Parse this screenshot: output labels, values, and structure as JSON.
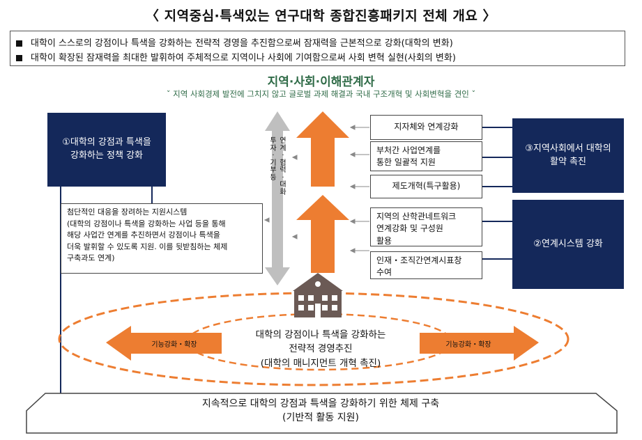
{
  "title": "〈 지역중심·특색있는 연구대학 종합진흥패키지 전체 개요 〉",
  "goals": [
    "대학이 스스로의 강점이나 특색을 강화하는 전략적 경영을 추진함으로써 잠재력을 근본적으로 강화(대학의 변화)",
    "대학이 확장된 잠재력을 최대한 발휘하여 주체적으로 지역이나 사회에 기여함으로써 사회 변혁 실현(사회의 변화)"
  ],
  "stakeholders": {
    "title": "지역·사회·이해관계자",
    "subtitle": "ˇ 지역 사회경제 발전에 그치지 않고 글로벌 과제 해결과 국내 구조개혁 및 사회변혁을 견인 ˇ"
  },
  "policy_box": {
    "line1": "①대학의 강점과 특색을",
    "line2": "강화하는 정책 강화"
  },
  "region_box": {
    "line1": "③지역사회에서 대학의",
    "line2": "활약 촉진"
  },
  "link_box": {
    "label": "②연계시스템 강화"
  },
  "support_box": {
    "lines": [
      "첨단적인 대응을 장려하는 지원시스템",
      "(대학의 강점이나 특색을 강화하는 사업 등을 통해",
      "해당 사업간 연계를 추진하면서 강점이나 특색을",
      "더욱 발휘할 수 있도록 지원. 이를 뒷받침하는 체제",
      "구축과도 연계)"
    ]
  },
  "vertical_labels": {
    "left": "투자·기부등",
    "right": "연계·협력·대화"
  },
  "right_boxes": [
    {
      "line1": "지자체와 연계강화",
      "line2": ""
    },
    {
      "line1": "부처간 사업연계를",
      "line2": "통한 일괄적 지원"
    },
    {
      "line1": "제도개혁(특구활용)",
      "line2": ""
    },
    {
      "line1": "지역의 산학관네트워크",
      "line2": "연계강화 및 구성원",
      "line3": "활용"
    },
    {
      "line1": "인재・조직간연계시표창",
      "line2": "수여"
    }
  ],
  "side_arrows": {
    "left": "기능강화・확장",
    "right": "기능강화・확장"
  },
  "center": {
    "line1": "대학의 강점이나 특색을 강화하는",
    "line2": "전략적 경영추진",
    "line3": "(대학의 매니지먼트 개혁 촉진)"
  },
  "base": {
    "line1": "지속적으로 대학의 강점과 특색을 강화하기 위한 체제 구축",
    "line2": "(기반적 활동 지원)"
  },
  "colors": {
    "navy": "#14285a",
    "orange": "#ed7d31",
    "green": "#2f6b47",
    "gray": "#bfbfbf"
  },
  "icons": {
    "university": "university-building-icon"
  }
}
